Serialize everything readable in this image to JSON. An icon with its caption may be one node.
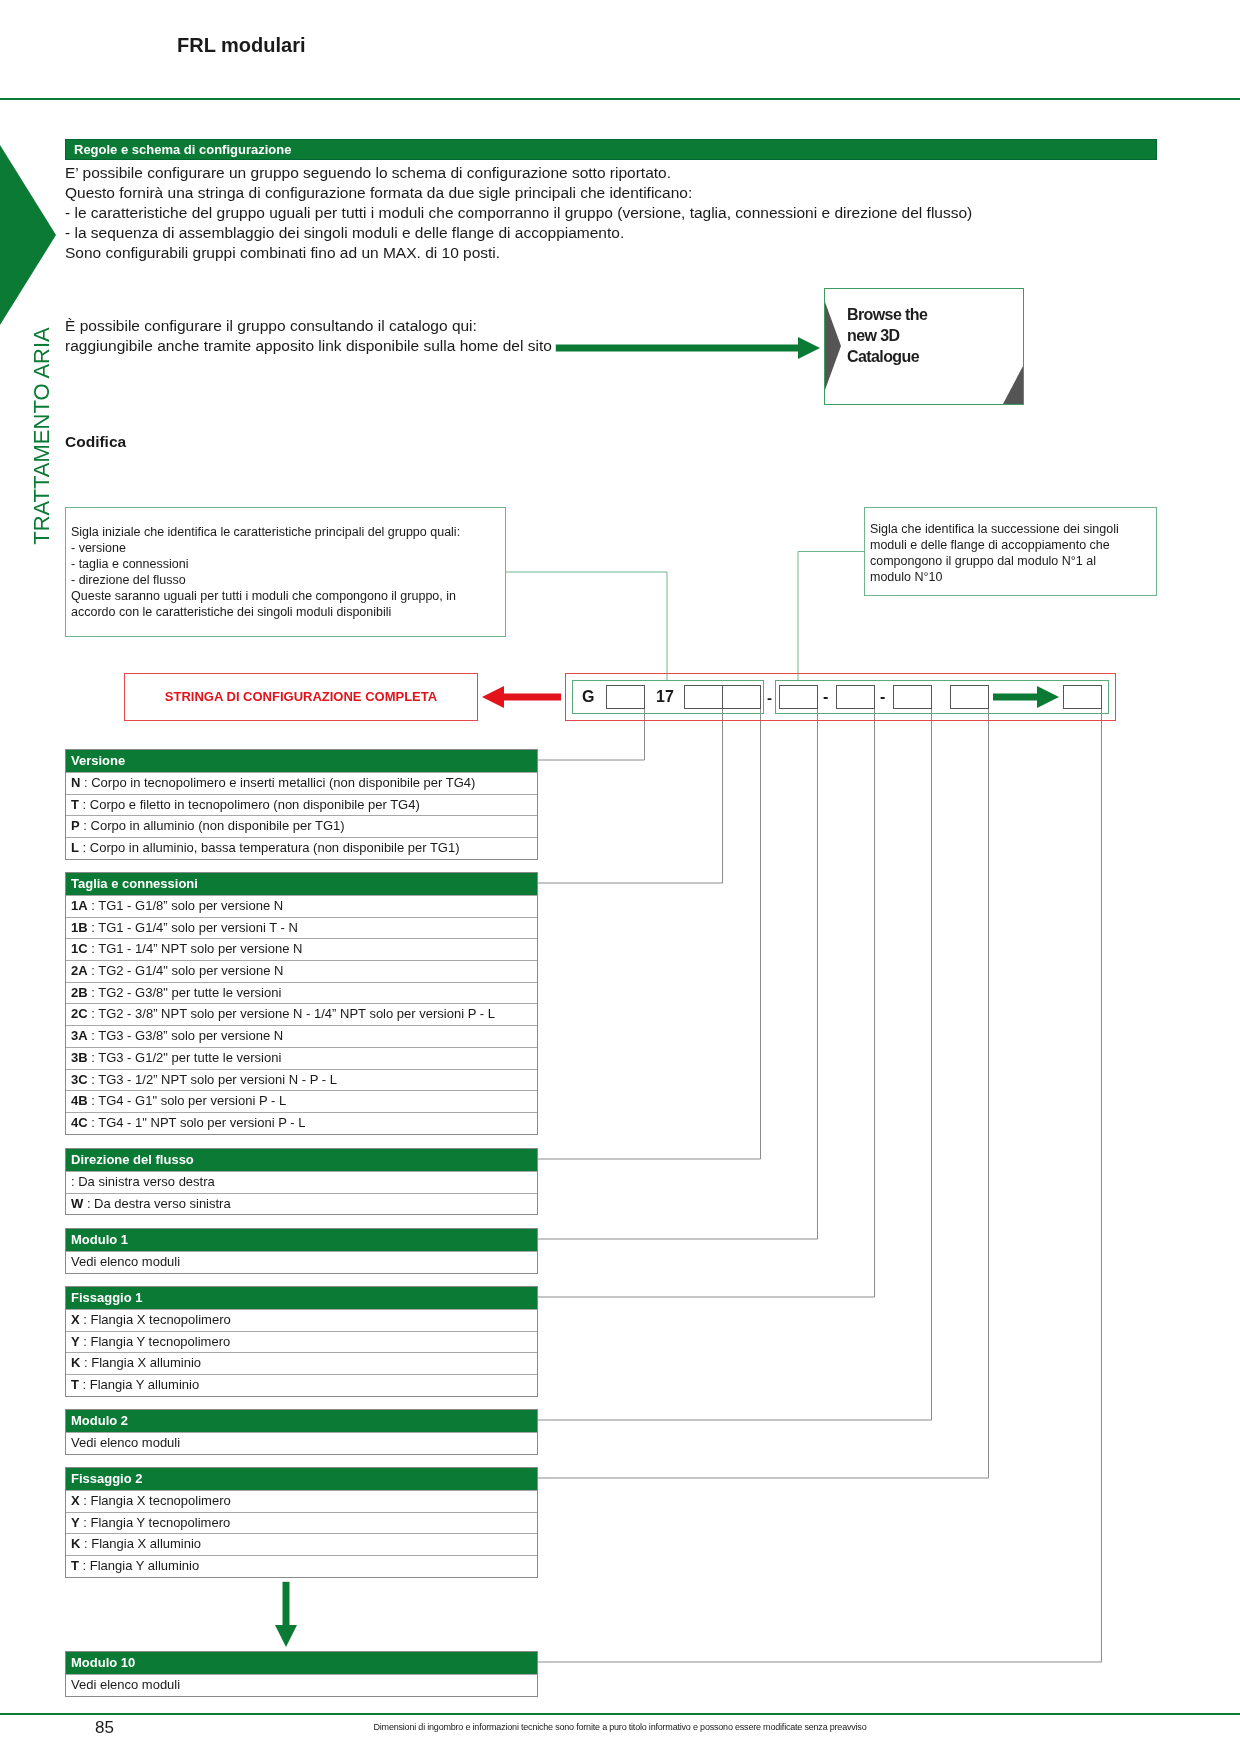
{
  "diagram": {
    "title": "FRL modulari",
    "nodes": [
      {
        "text": [
          "Regole e schema di configurazione"
        ]
      },
      {
        "text": [
          "È possibile configurare il gruppo consultando il catalogo qui:",
          "raggiungibile anche tramite apposito link disponibile sulla home del sito"
        ]
      },
      {
        "text": [
          "Browse the new 3D Catalogue"
        ]
      },
      {
        "text": [
          "Sigla iniziale che identifica le caratteristiche principali del gruppo quali:",
          "- versione",
          "- taglia e connessioni",
          "- direzione del flusso",
          "Queste saranno uguali per tutti i moduli che compongono il gruppo, in accordo con le caratteristiche dei singoli moduli disponibili"
        ]
      },
      {
        "text": [
          "Sigla che identifica la successione dei singoli moduli e delle flange di accoppiamento che compongono il gruppo dal modulo N°1 al modulo N°10"
        ]
      },
      {
        "text": [
          "STRINGA DI CONFIGURAZIONE COMPLETA"
        ]
      },
      {
        "text": [
          "-"
        ]
      },
      {
        "text": [
          "G",
          "17"
        ],
        "in": 6
      },
      {
        "text": [],
        "shape": "box",
        "in": 7
      },
      {
        "text": [],
        "shape": "box",
        "in": 7
      },
      {
        "text": [],
        "shape": "box",
        "in": 7
      },
      {
        "text": [
          "-",
          "-"
        ],
        "in": 6
      },
      {
        "text": [],
        "shape": "box",
        "in": 11
      },
      {
        "text": [],
        "shape": "box",
        "in": 11
      },
      {
        "text": [],
        "shape": "box",
        "in": 11
      },
      {
        "text": [],
        "shape": "box",
        "in": 11
      },
      {
        "text": [],
        "shape": "box",
        "in": 11
      },
      {
        "text": [
          "Versione",
          "**N** : Corpo in tecnopolimero e inserti metallici (non disponibile per TG4)",
          "**T** : Corpo e filetto in tecnopolimero (non disponibile per TG4)",
          "**P** : Corpo in alluminio (non disponibile per TG1)",
          "**L** : Corpo in alluminio, bassa temperatura (non disponibile per TG1)"
        ]
      },
      {
        "text": [
          "Taglia e connessioni",
          "**1A** : TG1 - G1/8” solo per versione N",
          "**1B** : TG1 - G1/4” solo per versioni T - N",
          "**1C** : TG1 - 1/4” NPT solo per versione N",
          "**2A** : TG2 - G1/4\" solo per versione N",
          "**2B** : TG2 - G3/8\" per tutte le versioni",
          "**2C** : TG2 - 3/8” NPT solo per versione N - 1/4” NPT solo per versioni P - L",
          "**3A** : TG3 - G3/8” solo per versione N",
          "**3B** : TG3 - G1/2\" per tutte le versioni",
          "**3C** : TG3 - 1/2” NPT solo per versioni N - P - L",
          "**4B** : TG4 - G1\" solo per versioni P - L",
          "**4C** : TG4 - 1\" NPT solo per versioni P - L"
        ]
      },
      {
        "text": [
          "Direzione del flusso",
          ": Da sinistra verso destra",
          "**W** : Da destra verso sinistra"
        ]
      },
      {
        "text": [
          "Modulo 1",
          "Vedi elenco moduli"
        ]
      },
      {
        "text": [
          "Fissaggio 1",
          "**X** : Flangia X tecnopolimero",
          "**Y** : Flangia Y tecnopolimero",
          "**K** : Flangia X alluminio",
          "**T** : Flangia Y alluminio"
        ]
      },
      {
        "text": [
          "Modulo 2",
          "Vedi elenco moduli"
        ]
      },
      {
        "text": [
          "Fissaggio 2",
          "**X** : Flangia X tecnopolimero",
          "**Y** : Flangia Y tecnopolimero",
          "**K** : Flangia X alluminio",
          "**T** : Flangia Y alluminio"
        ]
      },
      {
        "text": [
          "Modulo 10",
          "Vedi elenco moduli"
        ]
      }
    ],
    "edges": [
      {
        "from": 1,
        "to": 2,
        "arrow": "to",
        "style": "thick",
        "color": "#0a7a35"
      },
      {
        "from": 3,
        "to": 7,
        "arrow": "none",
        "color": "#6fb68c"
      },
      {
        "from": 4,
        "to": 11,
        "arrow": "none",
        "color": "#6fb68c"
      },
      {
        "from": 6,
        "to": 5,
        "arrow": "to",
        "style": "thick",
        "color": "#e3131b"
      },
      {
        "from": 15,
        "to": 16,
        "arrow": "to",
        "style": "thick",
        "color": "#0a7a35"
      },
      {
        "from": 8,
        "to": 17,
        "arrow": "none"
      },
      {
        "from": 9,
        "to": 18,
        "arrow": "none"
      },
      {
        "from": 10,
        "to": 19,
        "arrow": "none"
      },
      {
        "from": 12,
        "to": 20,
        "arrow": "none"
      },
      {
        "from": 13,
        "to": 21,
        "arrow": "none"
      },
      {
        "from": 14,
        "to": 22,
        "arrow": "none"
      },
      {
        "from": 15,
        "to": 23,
        "arrow": "none"
      },
      {
        "from": 16,
        "to": 24,
        "arrow": "none"
      },
      {
        "from": 23,
        "to": 24,
        "arrow": "to",
        "style": "thick",
        "color": "#0a7a35"
      }
    ],
    "labels": [
      "E’ possibile configurare un gruppo seguendo lo schema di configurazione sotto riportato.",
      "Questo fornirà una stringa di configurazione formata da due sigle principali che identificano:",
      "- le caratteristiche del gruppo uguali per tutti i moduli che comporranno il gruppo (versione, taglia, connessioni e direzione del flusso)",
      "- la sequenza di assemblaggio dei singoli moduli e delle flange di accoppiamento.",
      "Sono configurabili gruppi combinati fino ad un MAX. di 10 posti.",
      "TRATTAMENTO ARIA",
      "Codifica",
      "85",
      "Dimensioni di ingombro e informazioni tecniche sono fornite a puro titolo informativo e possono essere modificate senza preavviso"
    ]
  }
}
